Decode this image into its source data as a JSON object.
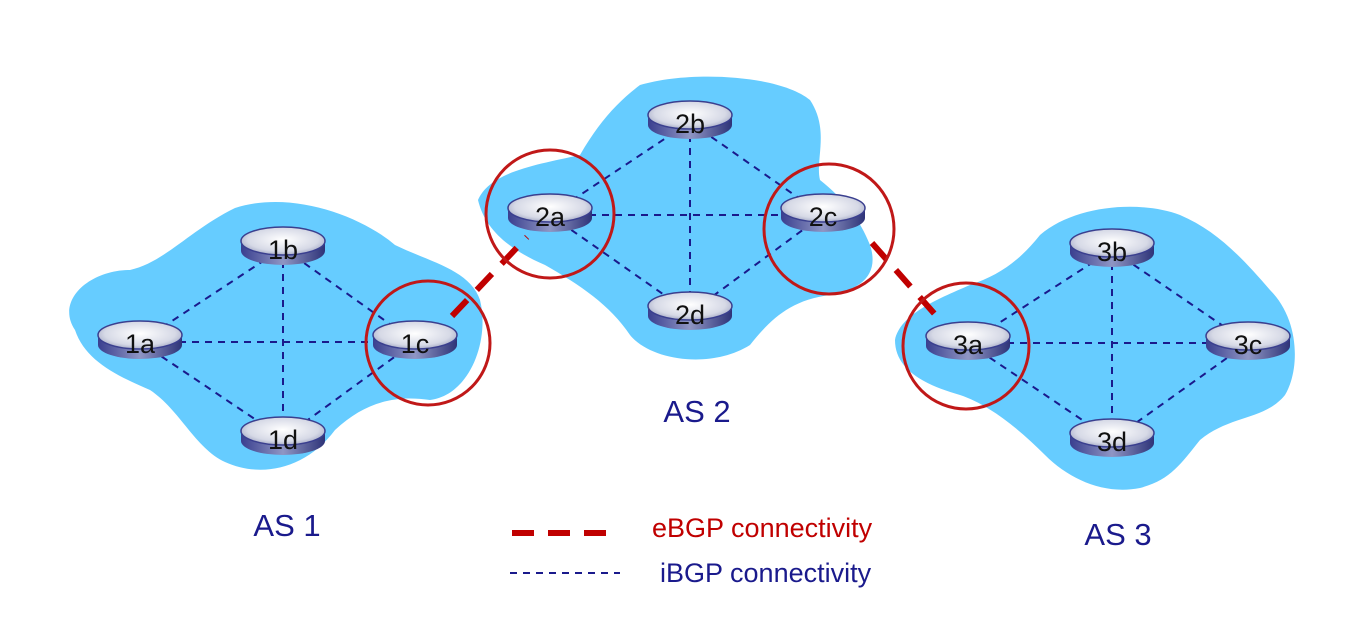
{
  "autonomous_systems": [
    {
      "id": "as1",
      "label": "AS 1",
      "routers": [
        "1a",
        "1b",
        "1c",
        "1d"
      ]
    },
    {
      "id": "as2",
      "label": "AS 2",
      "routers": [
        "2a",
        "2b",
        "2c",
        "2d"
      ]
    },
    {
      "id": "as3",
      "label": "AS 3",
      "routers": [
        "3a",
        "3b",
        "3c",
        "3d"
      ]
    }
  ],
  "routers": {
    "r1a": "1a",
    "r1b": "1b",
    "r1c": "1c",
    "r1d": "1d",
    "r2a": "2a",
    "r2b": "2b",
    "r2c": "2c",
    "r2d": "2d",
    "r3a": "3a",
    "r3b": "3b",
    "r3c": "3c",
    "r3d": "3d"
  },
  "ibgp_links": [
    [
      "1a",
      "1b"
    ],
    [
      "1a",
      "1c"
    ],
    [
      "1a",
      "1d"
    ],
    [
      "1b",
      "1c"
    ],
    [
      "1b",
      "1d"
    ],
    [
      "1c",
      "1d"
    ],
    [
      "2a",
      "2b"
    ],
    [
      "2a",
      "2c"
    ],
    [
      "2a",
      "2d"
    ],
    [
      "2b",
      "2c"
    ],
    [
      "2b",
      "2d"
    ],
    [
      "2c",
      "2d"
    ],
    [
      "3a",
      "3b"
    ],
    [
      "3a",
      "3c"
    ],
    [
      "3a",
      "3d"
    ],
    [
      "3b",
      "3c"
    ],
    [
      "3b",
      "3d"
    ],
    [
      "3c",
      "3d"
    ]
  ],
  "ebgp_links": [
    [
      "1c",
      "2a"
    ],
    [
      "2c",
      "3a"
    ]
  ],
  "border_routers": [
    "1c",
    "2a",
    "2c",
    "3a"
  ],
  "legend": {
    "ebgp_label": "eBGP connectivity",
    "ibgp_label": "iBGP connectivity"
  },
  "colors": {
    "cloud": "#66ccff",
    "ebgp": "#c00000",
    "ibgp": "#1a1a8c",
    "as_label": "#1a1a8c"
  }
}
